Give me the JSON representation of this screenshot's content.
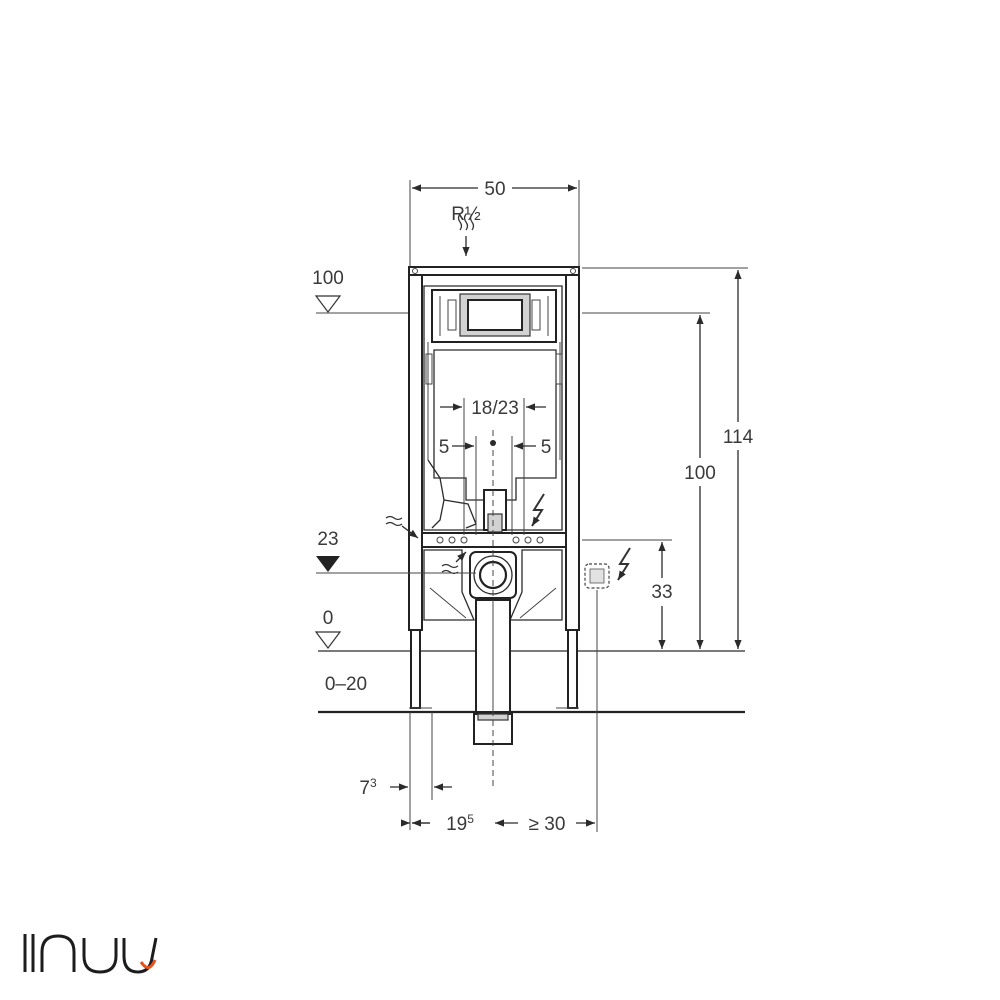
{
  "dimensions": {
    "width_top": "50",
    "supply": "R½",
    "level_100": "100",
    "level_23": "23",
    "level_0": "0",
    "floor_range": "0–20",
    "height_114": "114",
    "height_100": "100",
    "height_33": "33",
    "spacing_18_23": "18/23",
    "offset_left_5": "5",
    "offset_right_5": "5",
    "dim_7_base": "7",
    "dim_7_sup": "3",
    "dim_19_base": "19",
    "dim_19_sup": "5",
    "min_30": "≥ 30"
  },
  "brand": {
    "logo_text": "linuu",
    "accent_color": "#e8501e",
    "dark_color": "#1c1c1c"
  },
  "icons": {
    "water_supply": "water-supply-icon",
    "electric": "lightning-icon",
    "socket": "electrical-socket-icon"
  }
}
